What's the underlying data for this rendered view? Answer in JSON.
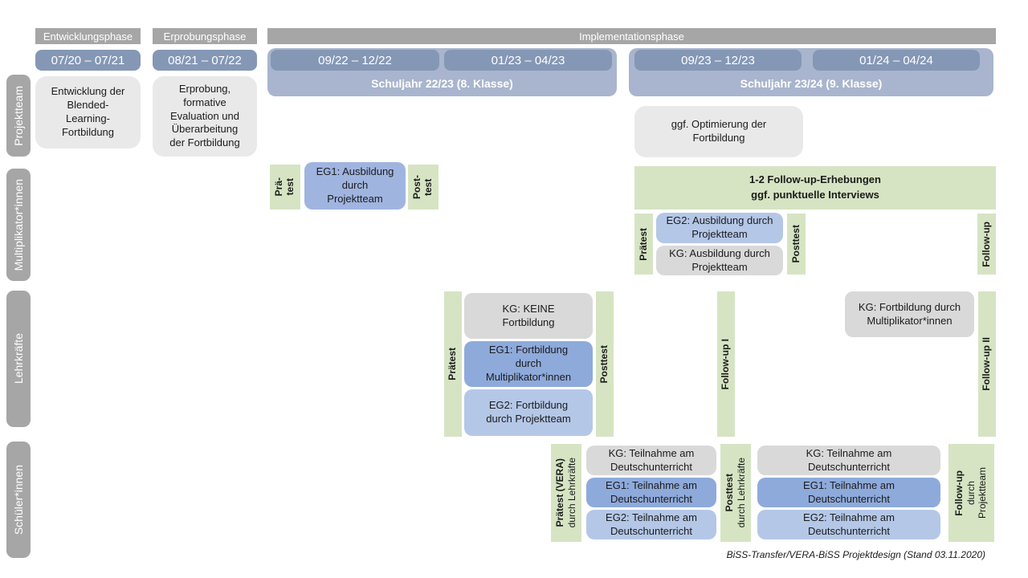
{
  "header": {
    "phases": [
      {
        "label": "Entwicklungsphase"
      },
      {
        "label": "Erprobungsphase"
      },
      {
        "label": "Implementationsphase"
      }
    ],
    "date_ranges": [
      "07/20 – 07/21",
      "08/21 – 07/22",
      "09/22 – 12/22",
      "01/23 – 04/23",
      "09/23 – 12/23",
      "01/24 – 04/24"
    ],
    "school_years": [
      "Schuljahr 22/23 (8. Klasse)",
      "Schuljahr 23/24 (9. Klasse)"
    ]
  },
  "row_labels": {
    "projektteam": "Projektteam",
    "multiplikatoren": "Multiplikator*innen",
    "lehrkraefte": "Lehrkräfte",
    "schueler": "Schüler*innen"
  },
  "projektteam": {
    "entwicklung_box": "Entwicklung der\nBlended-\nLearning-\nFortbildung",
    "erprobung_box": "Erprobung,\nformative\nEvaluation und\nÜberarbeitung\nder Fortbildung",
    "optimierung_box": "ggf. Optimierung der\nFortbildung"
  },
  "multiplikatoren": {
    "praetest_small": "Prä-\ntest",
    "eg1_box": "EG1: Ausbildung\ndurch\nProjektteam",
    "posttest_small": "Post-\ntest",
    "followup_box": "1-2 Follow-up-Erhebungen\nggf. punktuelle Interviews",
    "praetest": "Prätest",
    "eg2_box": "EG2: Ausbildung durch\nProjektteam",
    "kg_box": "KG: Ausbildung durch\nProjektteam",
    "posttest": "Posttest",
    "followup": "Follow-up"
  },
  "lehrkraefte": {
    "praetest": "Prätest",
    "kg_box": "KG: KEINE\nFortbildung",
    "eg1_box": "EG1: Fortbildung\ndurch\nMultiplikator*innen",
    "eg2_box": "EG2: Fortbildung\ndurch Projektteam",
    "posttest": "Posttest",
    "followup1": "Follow-up I",
    "kg2_box": "KG: Fortbildung durch\nMultiplikator*innen",
    "followup2": "Follow-up II"
  },
  "schueler": {
    "praetest_main": "Prätest (VERA)",
    "praetest_sub": "durch Lehrkräfte",
    "kg_box": "KG: Teilnahme am\nDeutschunterricht",
    "eg1_box": "EG1: Teilnahme am\nDeutschunterricht",
    "eg2_box": "EG2: Teilnahme am\nDeutschunterricht",
    "posttest_main": "Posttest",
    "posttest_sub": "durch Lehrkräfte",
    "followup_main": "Follow-up",
    "followup_sub1": "durch",
    "followup_sub2": "Projektteam"
  },
  "caption": "BiSS-Transfer/VERA-BiSS Projektdesign (Stand 03.11.2020)",
  "colors": {
    "phase_bar": "#a6a6a6",
    "date_bar": "#8497b5",
    "school_year_bar": "#a9b5ce",
    "row_label_bar": "#a6a6a6",
    "neutral_box": "#e9e9e9",
    "kg_box": "#d9d9d9",
    "eg1_box": "#8eaadb",
    "eg2_box": "#b4c7e7",
    "green_bar": "#d6e4c3"
  }
}
